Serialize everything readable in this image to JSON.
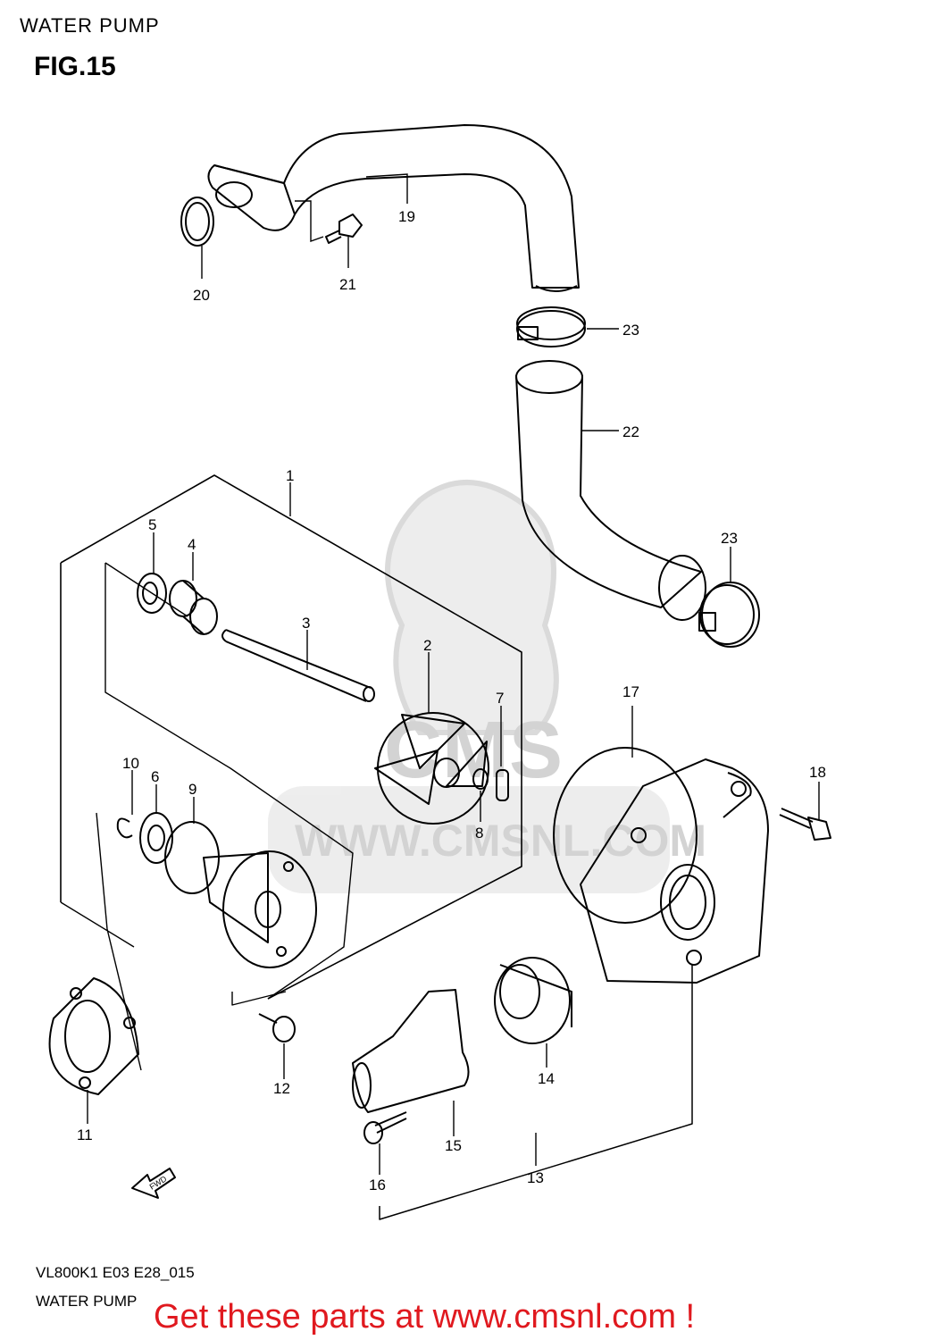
{
  "header": {
    "title": "WATER PUMP",
    "figure": "FIG.15"
  },
  "watermark": {
    "url_text": "WWW.CMSNL.COM",
    "brand_text": "CMS"
  },
  "callouts": [
    "1",
    "2",
    "3",
    "4",
    "5",
    "6",
    "7",
    "8",
    "9",
    "10",
    "11",
    "12",
    "13",
    "14",
    "15",
    "16",
    "17",
    "18",
    "19",
    "20",
    "21",
    "22",
    "23",
    "23"
  ],
  "fwd_label": "FWD",
  "footer": {
    "code": "VL800K1 E03 E28_015",
    "name": "WATER PUMP"
  },
  "cta": {
    "text": "Get these parts at www.cmsnl.com !",
    "color": "#e0191f"
  }
}
